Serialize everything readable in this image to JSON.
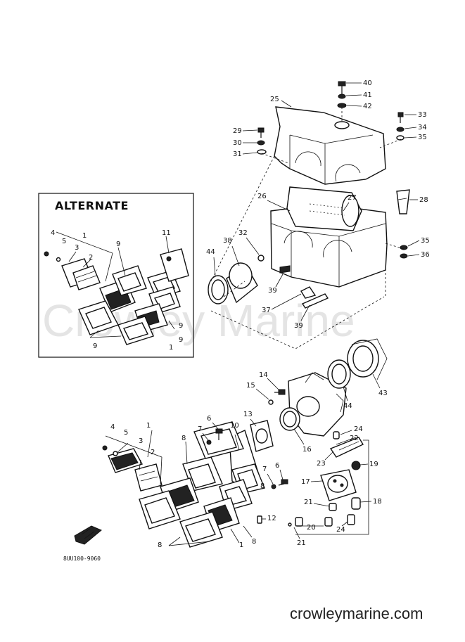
{
  "diagram": {
    "alternate_label": "ALTERNATE",
    "part_code": "8UU100-9060",
    "watermark": "Crowley Marine",
    "footer_site": "crowleymarine.com",
    "callouts": {
      "c40": "40",
      "c41": "41",
      "c42": "42",
      "c25": "25",
      "c33": "33",
      "c34": "34",
      "c35a": "35",
      "c29": "29",
      "c30": "30",
      "c31": "31",
      "c26": "26",
      "c27": "27",
      "c28": "28",
      "c32": "32",
      "c38": "38",
      "c44a": "44",
      "c35b": "35",
      "c36": "36",
      "c39a": "39",
      "c37": "37",
      "c39b": "39",
      "c43": "43",
      "c44b": "44",
      "c14": "14",
      "c15": "15",
      "c13": "13",
      "c16": "16",
      "c24a": "24",
      "c22": "22",
      "c23": "23",
      "c19": "19",
      "c17": "17",
      "c18": "18",
      "c21a": "21",
      "c20": "20",
      "c24b": "24",
      "c21b": "21",
      "c12": "12",
      "c7a": "7",
      "c6a": "6",
      "c7b": "7",
      "c6b": "6",
      "c10": "10",
      "c8a": "8",
      "c8b": "8",
      "c8c": "8",
      "c1a": "1",
      "c2a": "2",
      "c3a": "3",
      "c4a": "4",
      "c5a": "5",
      "c1b": "1",
      "c4b": "4",
      "c5b": "5",
      "c3b": "3",
      "c2b": "2",
      "c9a": "9",
      "c11": "11",
      "c9b": "9",
      "c9c": "9",
      "c1c": "1",
      "c8d": "8",
      "c1d": "1"
    }
  }
}
